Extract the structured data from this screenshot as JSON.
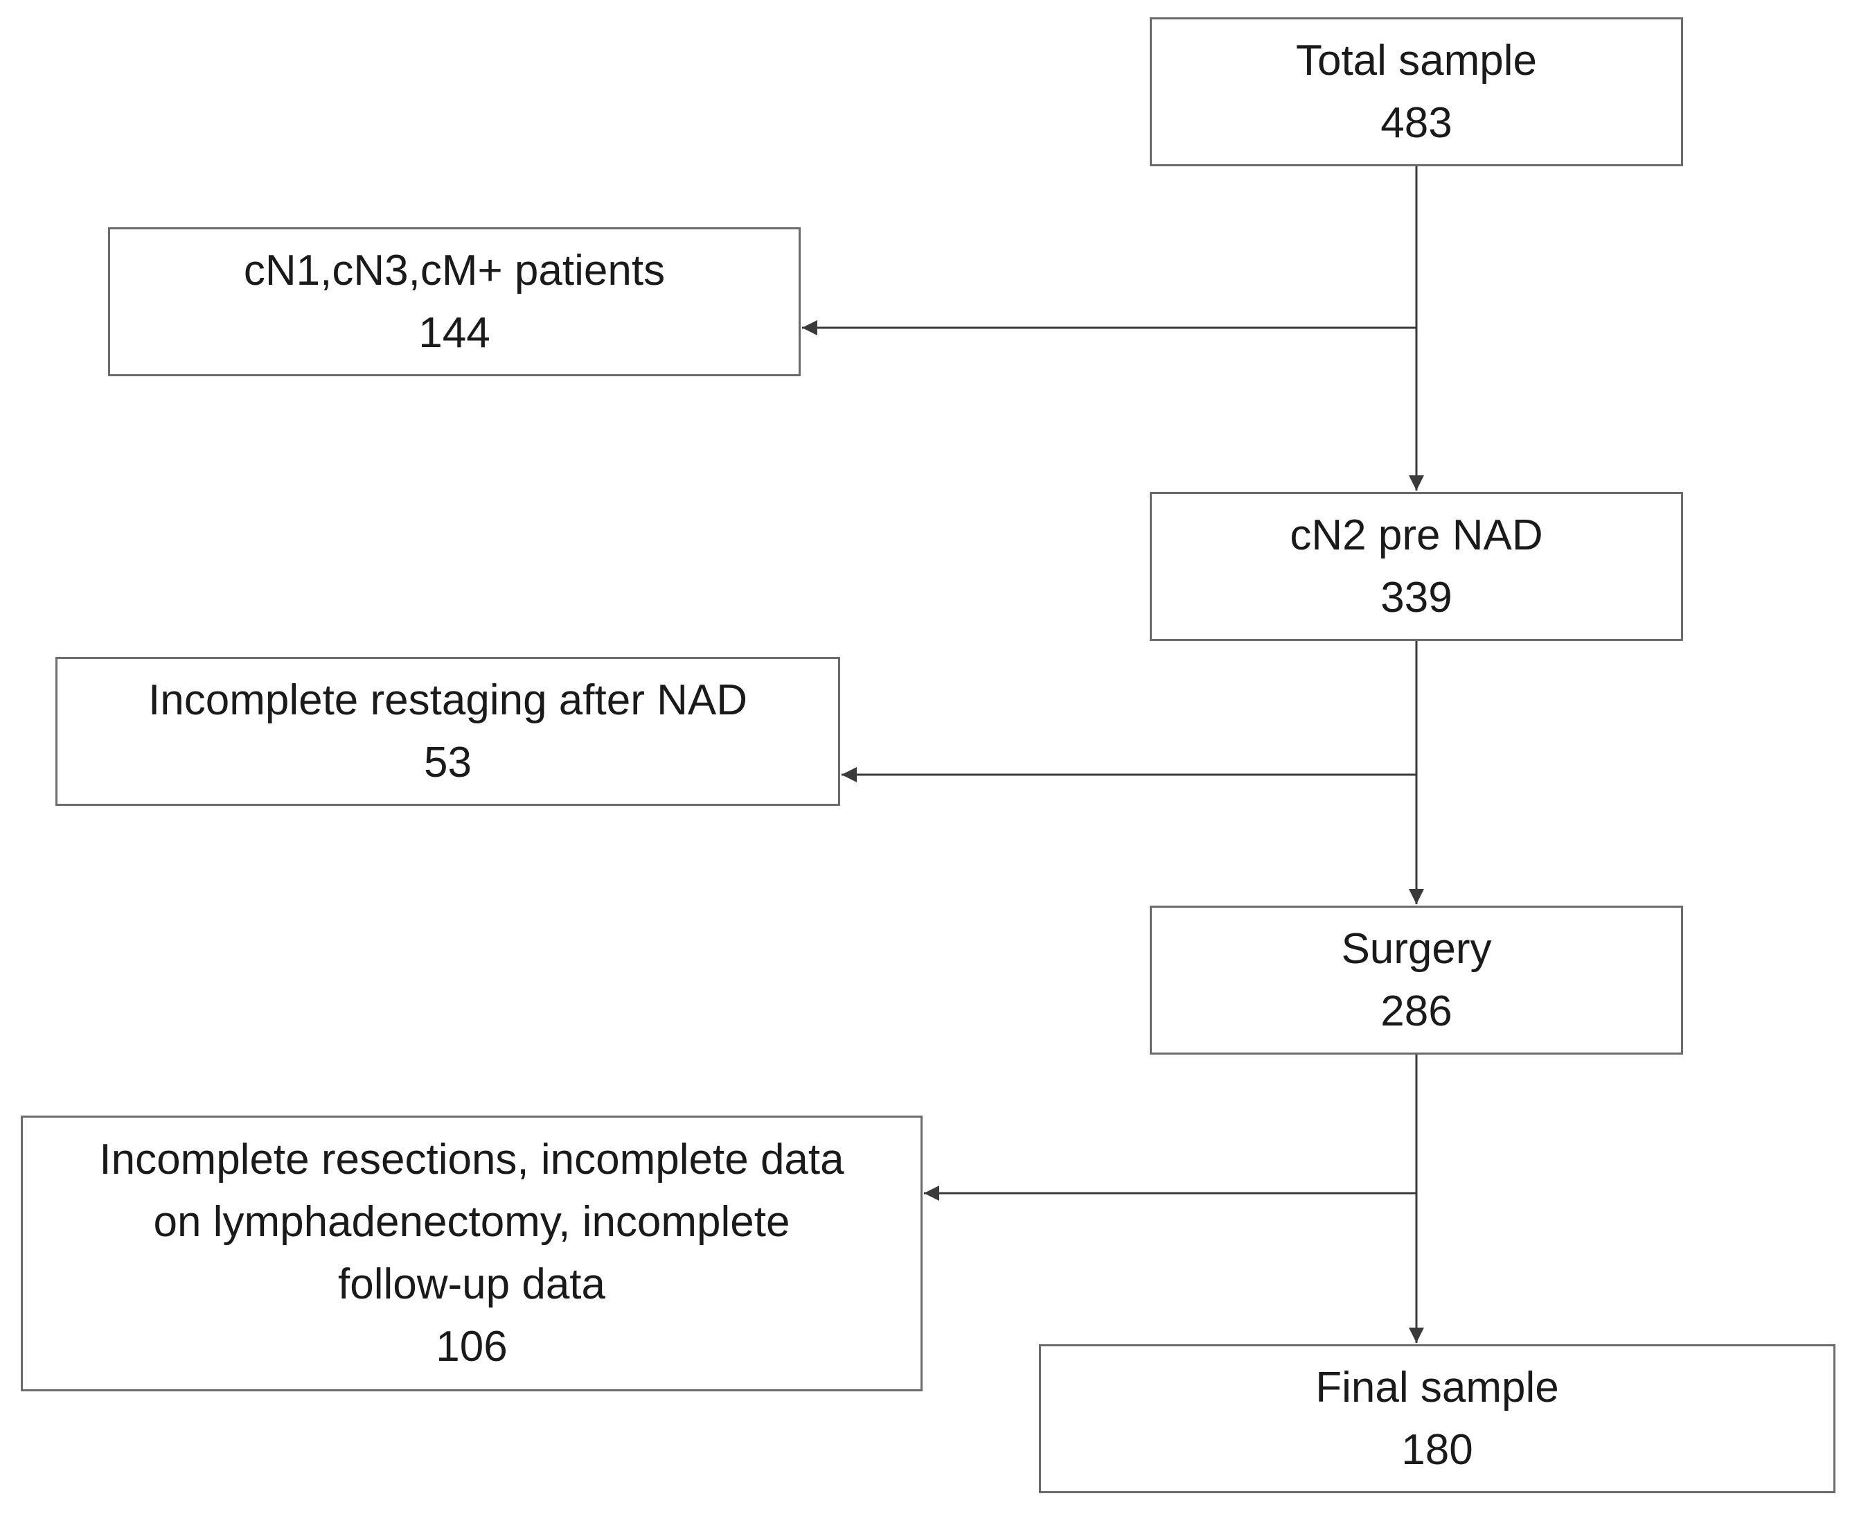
{
  "flowchart": {
    "total": {
      "label": "Total sample",
      "count": "483"
    },
    "exclusion_1": {
      "label": "cN1,cN3,cM+ patients",
      "count": "144"
    },
    "cn2_pre_nad": {
      "label": "cN2 pre NAD",
      "count": "339"
    },
    "exclusion_2": {
      "label": "Incomplete restaging after NAD",
      "count": "53"
    },
    "surgery": {
      "label": "Surgery",
      "count": "286"
    },
    "exclusion_3": {
      "lines": [
        "Incomplete resections, incomplete data",
        "on lymphadenectomy, incomplete",
        "follow-up data"
      ],
      "count": "106"
    },
    "final": {
      "label": "Final sample",
      "count": "180"
    }
  },
  "colors": {
    "box_border": "#6b6b6b",
    "connector": "#3a3a3a",
    "text": "#1a1a1a",
    "background": "#ffffff"
  }
}
